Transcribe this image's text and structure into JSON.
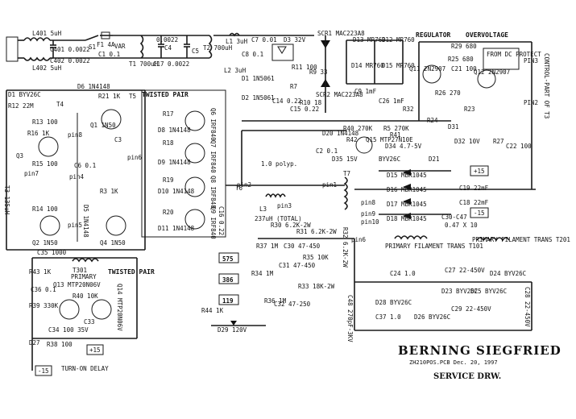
{
  "title_block": {
    "name": "BERNING SIEGFRIED",
    "file_line": "ZH210POS.PCB  Dec. 20, 1997",
    "drawing_type": "SERVICE DRW."
  },
  "input_section": {
    "l401": "L401 5uH",
    "l402": "L402 5uH",
    "c401": "C401 0.0022",
    "c402": "C402 0.0022",
    "s1": "S1",
    "f1": "F1 4A",
    "var": "VAR",
    "t1": "T1 700uH",
    "c1": "C1 0.1",
    "c4": "C4",
    "c17": "C17 0.0022",
    "c5": "C5",
    "c_0022": "0.0022"
  },
  "left_section": {
    "d6": "D6 1N4148",
    "d1": "D1 BYV26C",
    "r12": "R12 22M",
    "t4": "T4",
    "r21": "R21 1K",
    "t5": "T5",
    "q1": "Q1 1N50",
    "r13": "R13 100",
    "pin8": "pin8",
    "r15": "R15 100",
    "r16": "R16 1K",
    "q3": "Q3",
    "r14": "R14 100",
    "q2": "Q2 1N50",
    "q4": "Q4 1N50",
    "c6": "C6 0.1",
    "d5": "D5 1N4148",
    "t3": "T3 135uH",
    "pin7": "pin7",
    "pin4": "pin4",
    "pin5": "pin5",
    "pin6": "pin6",
    "c3": "C3",
    "r3": "R3 1K"
  },
  "twisted_pair_top": "TWISTED PAIR",
  "mid_section": {
    "r17": "R17",
    "d8": "D8 1N4148",
    "r18": "R18",
    "d9": "D9 1N4148",
    "r19": "R19",
    "d10": "D10 1N4148",
    "r20": "R20",
    "d11": "D11 1N4148",
    "q6": "Q6 IRF840",
    "q7": "Q7 IRF840",
    "q8": "Q8 IRF840",
    "q9": "Q9 IRF840",
    "t6": "T6",
    "pin2": "pin2",
    "pin3": "pin3",
    "pin1": "pin1",
    "c16": "C16 0.22",
    "c_1_0": "1.0 polyp.",
    "l3": "L3",
    "l3_val": "237uH (TOTAL)",
    "t7": "T7",
    "pin6": "pin6",
    "pin8": "pin8",
    "pin9": "pin9",
    "pin10": "pin10"
  },
  "top_section": {
    "t2": "T2 700uH",
    "l1": "L1 3uH",
    "l2": "L2 3uH",
    "c8": "C8 0.1",
    "c7": "C7 0.01",
    "d3": "D3 32V",
    "r11": "R11 100",
    "d1n": "D1 1N5061",
    "d2n": "D2 1N5061",
    "c14": "C14 0.22",
    "c15": "C15 0.22",
    "r9": "R9 33",
    "scr1": "SCR1 MAC223A8",
    "scr2": "SCR2 MAC223A8",
    "r10": "R10 18",
    "r7": "R7",
    "d13": "D13 MR760",
    "d14": "D14 MR760",
    "d12": "D12 MR760",
    "d15": "D15 MR760",
    "c9": "C9 1mF",
    "c26": "C26 1mF",
    "r40": "R40 270K",
    "r5": "R5 270K",
    "r41": "R41",
    "r32": "R32",
    "d20": "D20 1N4148",
    "q15": "Q15 MTP27N10E",
    "d34": "D34 4.7-5V",
    "d_byv": "BYV26C",
    "d35": "D35 15V",
    "c2": "C2 0.1",
    "r42": "R42"
  },
  "regulator": {
    "heading": "REGULATOR",
    "overvoltage": "OVERVOLTAGE",
    "r29": "R29 680",
    "r25": "R25 680",
    "q11": "Q11 2N2907",
    "c_100": "C21 100",
    "r26": "R26 270",
    "r23": "R23",
    "q12": "Q12 2N2907",
    "dc_protect": "FROM DC PROTECT",
    "pin3": "PIN3",
    "pin2": "PIN2",
    "control": "CONTROL-PART OF T3",
    "r24": "R24",
    "d31": "D31",
    "d32": "D32 10V",
    "r27": "R27",
    "c22": "C22 100"
  },
  "rectifiers": {
    "d15": "D15 MBR1045",
    "d16": "D16 MBR1045",
    "d17": "D17 MBR1045",
    "d18": "D18 MBR1045",
    "c19": "C19 22mF",
    "c18": "C18 22mF",
    "c30": "C30-C47",
    "c30_val": "0.47 X 10",
    "plus15": "+15",
    "minus15": "-15",
    "d21": "D21"
  },
  "filament": {
    "primary_t101": "PRIMARY FILAMENT TRANS T101",
    "primary_t201": "PRIMARY FILAMENT TRANS T201"
  },
  "hv_section": {
    "r30": "R30 6.2K-2W",
    "r31": "R31 6.2K-2W",
    "r32b": "R32 6.2K-2W",
    "r37": "R37 1M",
    "c30b": "C30 47-450",
    "c31": "C31 47-450",
    "r35": "R35 10K",
    "r33": "R33 18K-2W",
    "r34": "R34 1M",
    "r36": "R36 1M",
    "c32": "C32 47-250",
    "out575": "575",
    "out386": "386",
    "out119": "119",
    "r44": "R44 1K",
    "d29": "D29 120V",
    "c24": "C24 1.0",
    "c27": "C27 22-450V",
    "d23": "D23 BYV26C",
    "d25": "D25 BYV26C",
    "d24": "D24 BYV26C",
    "c48": "C48 270pF-3KV",
    "d28": "D28 BYV26C",
    "c37": "C37 1.0",
    "d26": "D26 BYV26C",
    "c29": "C29 22-450V",
    "c28": "C28 22-450V"
  },
  "bottom_left": {
    "c35": "C35 1000",
    "t301": "T301",
    "primary": "PRIMARY",
    "twisted": "TWISTED PAIR",
    "r43": "R43 1K",
    "q13": "Q13 MTP20N06V",
    "r40b": "R40 10K",
    "q14": "Q14 MTP20N06V",
    "c36": "C36 0.1",
    "r39": "R39 330K",
    "c34": "C34 100 35V",
    "c33": "C33",
    "r38": "R38 100",
    "d27": "D27",
    "plus15": "+15",
    "minus15": "-15",
    "delay": "TURN-ON DELAY"
  }
}
